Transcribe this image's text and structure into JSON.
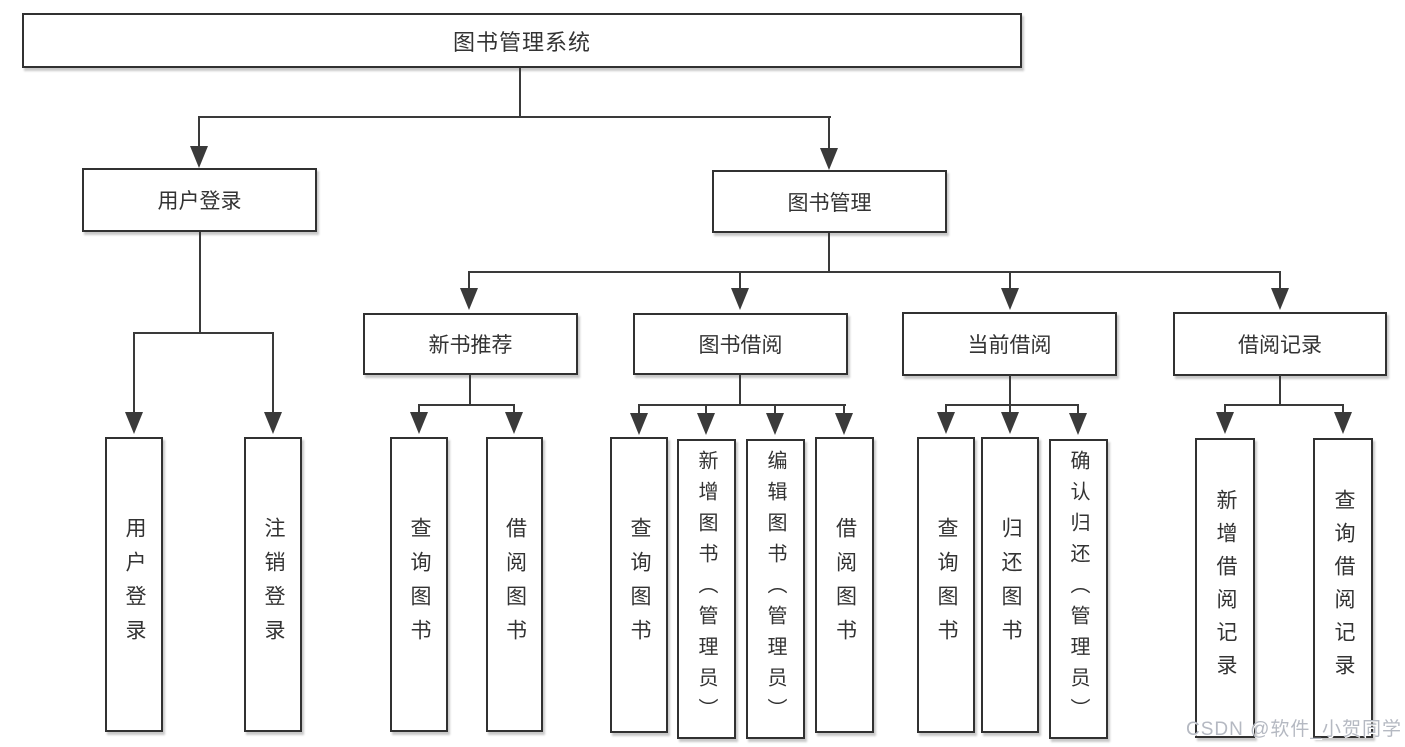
{
  "nodes": {
    "root": "图书管理系统",
    "user_login": "用户登录",
    "book_mgmt": "图书管理",
    "new_book_rec": "新书推荐",
    "book_borrow": "图书借阅",
    "current_borrow": "当前借阅",
    "borrow_record": "借阅记录"
  },
  "leaves": {
    "login": [
      "用户登录",
      "注销登录"
    ],
    "new_book_rec": [
      "查询图书",
      "借阅图书"
    ],
    "book_borrow": [
      "查询图书",
      "新增图书（管理员）",
      "编辑图书（管理员）",
      "借阅图书"
    ],
    "current_borrow": [
      "查询图书",
      "归还图书",
      "确认归还（管理员）"
    ],
    "borrow_record": [
      "新增借阅记录",
      "查询借阅记录"
    ]
  },
  "watermark": "CSDN @软件_小贺同学",
  "colors": {
    "line": "#3a3a3a",
    "box_border": "#313131",
    "text": "#333333",
    "watermark": "#b5b9c2",
    "background": "#ffffff"
  }
}
